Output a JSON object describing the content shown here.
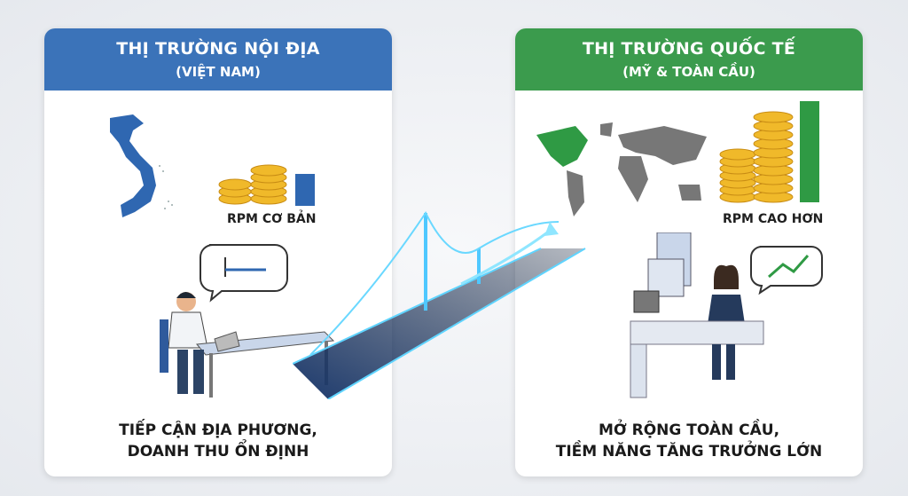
{
  "left": {
    "title": "THỊ TRƯỜNG NỘI ĐỊA",
    "subtitle": "(VIỆT NAM)",
    "rpm_label": "RPM CƠ BẢN",
    "footer_line1": "TIẾP CẬN ĐỊA PHƯƠNG,",
    "footer_line2": "DOANH THU ỔN ĐỊNH",
    "color": "#3b73b9"
  },
  "right": {
    "title": "THỊ TRƯỜNG QUỐC TẾ",
    "subtitle": "(MỸ & TOÀN CẦU)",
    "rpm_label": "RPM CAO HƠN",
    "footer_line1": "MỞ RỘNG TOÀN CẦU,",
    "footer_line2": "TIỀM NĂNG TĂNG TRƯỞNG LỚN",
    "color": "#3b9b4d"
  }
}
